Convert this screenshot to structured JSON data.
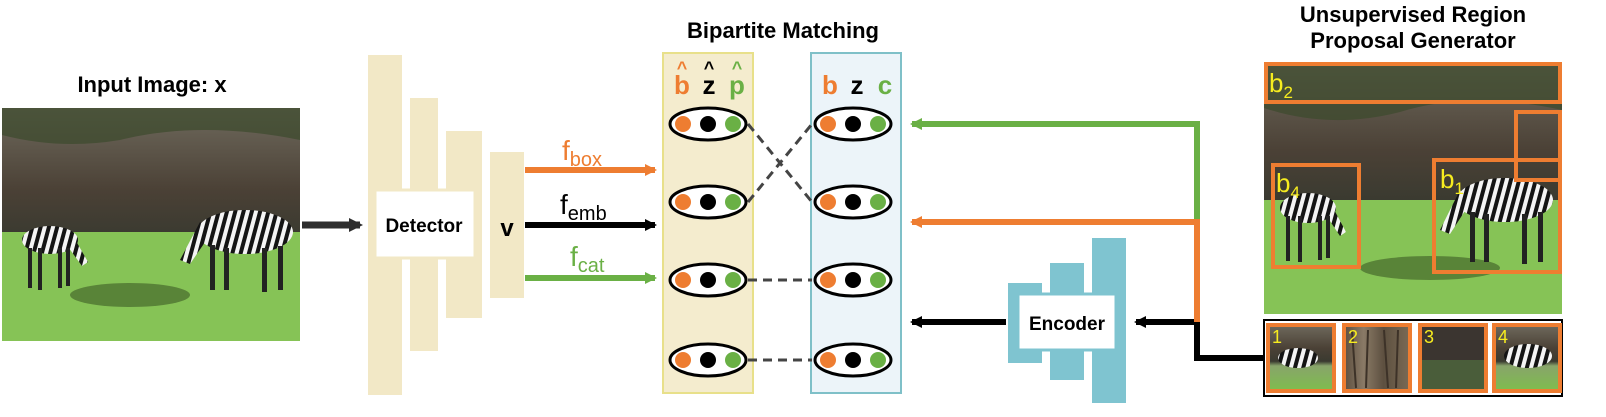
{
  "input_title": "Input Image: x",
  "detector_label": "Detector",
  "v_label": "v",
  "features": [
    {
      "base": "f",
      "sub": "box",
      "color": "#ee7d31"
    },
    {
      "base": "f",
      "sub": "emb",
      "color": "#000000"
    },
    {
      "base": "f",
      "sub": "cat",
      "color": "#6ab045"
    }
  ],
  "matching_title": "Bipartite Matching",
  "pred_headers": [
    {
      "text": "b",
      "hat": "^",
      "color": "#ee7d31"
    },
    {
      "text": "z",
      "hat": "^",
      "color": "#000000"
    },
    {
      "text": "p",
      "hat": "^",
      "color": "#6ab045"
    }
  ],
  "target_headers": [
    {
      "text": "b",
      "color": "#ee7d31"
    },
    {
      "text": "z",
      "color": "#000000"
    },
    {
      "text": "c",
      "color": "#6ab045"
    }
  ],
  "encoder_label": "Encoder",
  "generator_title_line1": "Unsupervised Region",
  "generator_title_line2": "Proposal Generator",
  "box_labels": [
    {
      "base": "b",
      "sub": "2"
    },
    {
      "base": "b",
      "sub": "4"
    },
    {
      "base": "b",
      "sub": "1"
    }
  ],
  "crop_numbers": [
    "1",
    "2",
    "3",
    "4"
  ],
  "colors": {
    "orange": "#ee7d31",
    "green": "#6ab045",
    "detector_fill": "#f2e8c6",
    "pred_panel": "#f4ecce",
    "target_panel": "#ecf4f9",
    "encoder_fill": "#7fc4d0",
    "box_label_yellow": "#f7ec1f"
  }
}
